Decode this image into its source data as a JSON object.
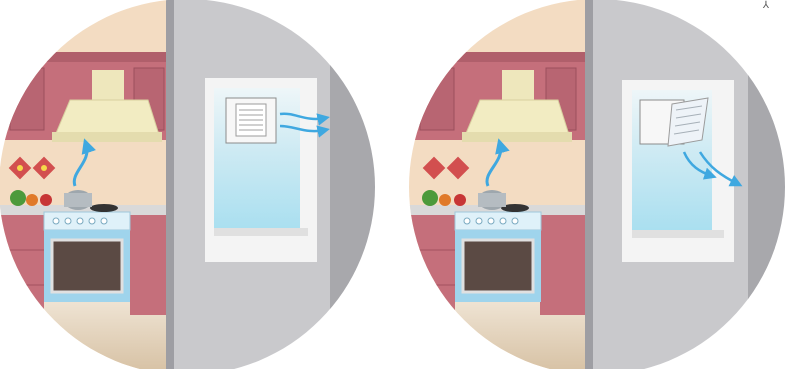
{
  "scenes": [
    {
      "mode": "exhaust",
      "fan_state": "closed"
    },
    {
      "mode": "open",
      "fan_state": "shutter-open"
    }
  ],
  "colors": {
    "wall_bg": "#f3dcc2",
    "cabinet": "#c56f7b",
    "cabinet_dark": "#a4525f",
    "partition": "#c9c9cc",
    "partition_side": "#a8a8ac",
    "airflow": "#3fa8e0",
    "glass": "#bfe6f2",
    "hood": "#f2ecc2",
    "oven_front": "#9fd4ec"
  },
  "corner_mark": "⅄"
}
